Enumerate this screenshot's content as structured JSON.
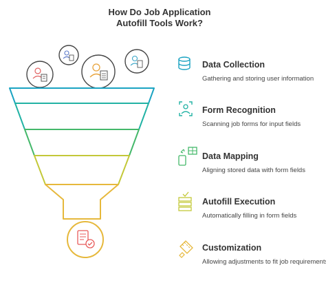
{
  "title_lines": [
    "How Do Job Application",
    "Autofill Tools Work?"
  ],
  "colors": {
    "stage_1": "#1aa3c2",
    "stage_2": "#21b2a4",
    "stage_3": "#44b86a",
    "stage_4": "#c3c838",
    "stage_5": "#e6b83b",
    "neutral": "#444444"
  },
  "steps": [
    {
      "title": "Data Collection",
      "description": "Gathering and storing user information",
      "icon": "database-icon"
    },
    {
      "title": "Form Recognition",
      "description": "Scanning job forms for input fields",
      "icon": "face-scan-icon"
    },
    {
      "title": "Data Mapping",
      "description": "Aligning stored data with form fields",
      "icon": "mapping-icon"
    },
    {
      "title": "Autofill Execution",
      "description": "Automatically filling in form fields",
      "icon": "autofill-icon"
    },
    {
      "title": "Customization",
      "description": "Allowing adjustments to fit job requirements",
      "icon": "customize-icon"
    }
  ],
  "funnel_inputs_icon": "user-profile-icon",
  "funnel_output_icon": "completed-form-icon"
}
